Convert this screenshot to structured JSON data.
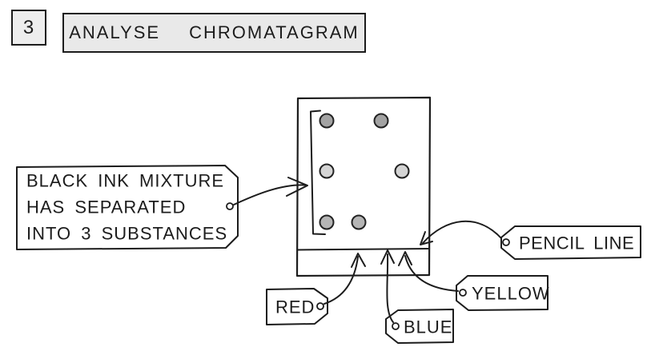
{
  "colors": {
    "ink": "#1c1c1c",
    "header_box_fill": "#e9e9e9",
    "step_box_fill": "#ededed",
    "paper_fill": "#ffffff",
    "tag_fill": "#ffffff"
  },
  "header": {
    "step_number": "3",
    "title_words": [
      "ANALYSE",
      "CHROMATAGRAM"
    ]
  },
  "chromatogram": {
    "spots": [
      {
        "position": "top-left",
        "color": "#a3a3a3"
      },
      {
        "position": "top-right",
        "color": "#a3a3a3"
      },
      {
        "position": "middle-left",
        "color": "#d4d4d4"
      },
      {
        "position": "middle-right",
        "color": "#d4d4d4"
      },
      {
        "position": "bottom-left",
        "color": "#b5b5b5"
      },
      {
        "position": "bottom-right",
        "color": "#b5b5b5"
      }
    ]
  },
  "annotations": {
    "black_ink_note": {
      "lines": [
        "BLACK INK MIXTURE",
        "HAS SEPARATED",
        "INTO 3 SUBSTANCES"
      ]
    },
    "pencil_line_label": "PENCIL LINE",
    "red_label": "RED",
    "blue_label": "BLUE",
    "yellow_label": "YELLOW"
  }
}
